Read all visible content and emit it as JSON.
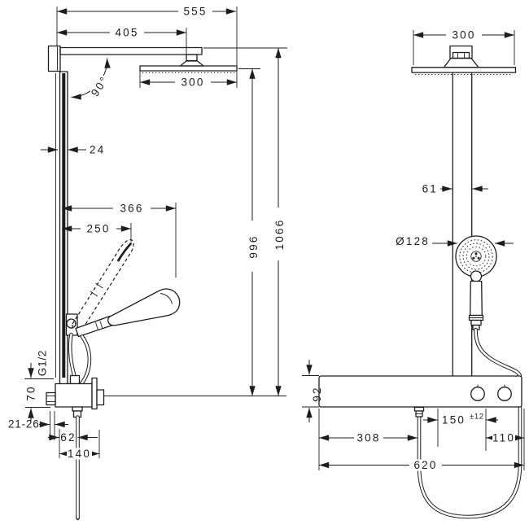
{
  "drawing": {
    "description": "shower system installation dimensions, two orthographic views",
    "colors": {
      "ink": "#1d1d1b",
      "paper": "#ffffff"
    }
  },
  "side_view": {
    "d555": "555",
    "d405": "405",
    "d300": "300",
    "angle": "90°",
    "d24": "24",
    "d366": "366",
    "d250": "250",
    "d996": "996",
    "d1066": "1066",
    "thread": "G1/2",
    "d70": "70",
    "d2126": "21-26",
    "d62": "62",
    "d140": "140"
  },
  "front_view": {
    "d300": "300",
    "d61": "61",
    "d128": "Ø128",
    "d92": "92",
    "d150": "150",
    "d150tol": "±12",
    "d308": "308",
    "d110": "110",
    "d620": "620"
  }
}
